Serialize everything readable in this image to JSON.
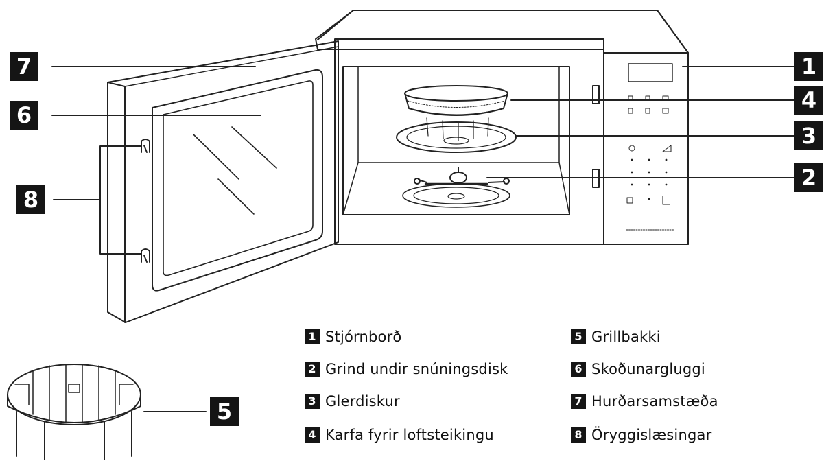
{
  "callouts": [
    "1",
    "2",
    "3",
    "4",
    "5",
    "6",
    "7",
    "8"
  ],
  "legend": [
    {
      "num": "1",
      "label": "Stjórnborð"
    },
    {
      "num": "2",
      "label": "Grind undir snúningsdisk"
    },
    {
      "num": "3",
      "label": "Glerdiskur"
    },
    {
      "num": "4",
      "label": "Karfa fyrir loftsteikingu"
    },
    {
      "num": "5",
      "label": "Grillbakki"
    },
    {
      "num": "6",
      "label": "Skoðunargluggi"
    },
    {
      "num": "7",
      "label": "Hurðarsamstæða"
    },
    {
      "num": "8",
      "label": "Öryggislæsingar"
    }
  ],
  "colors": {
    "line": "#222222",
    "badge": "#151515",
    "background": "#ffffff"
  }
}
